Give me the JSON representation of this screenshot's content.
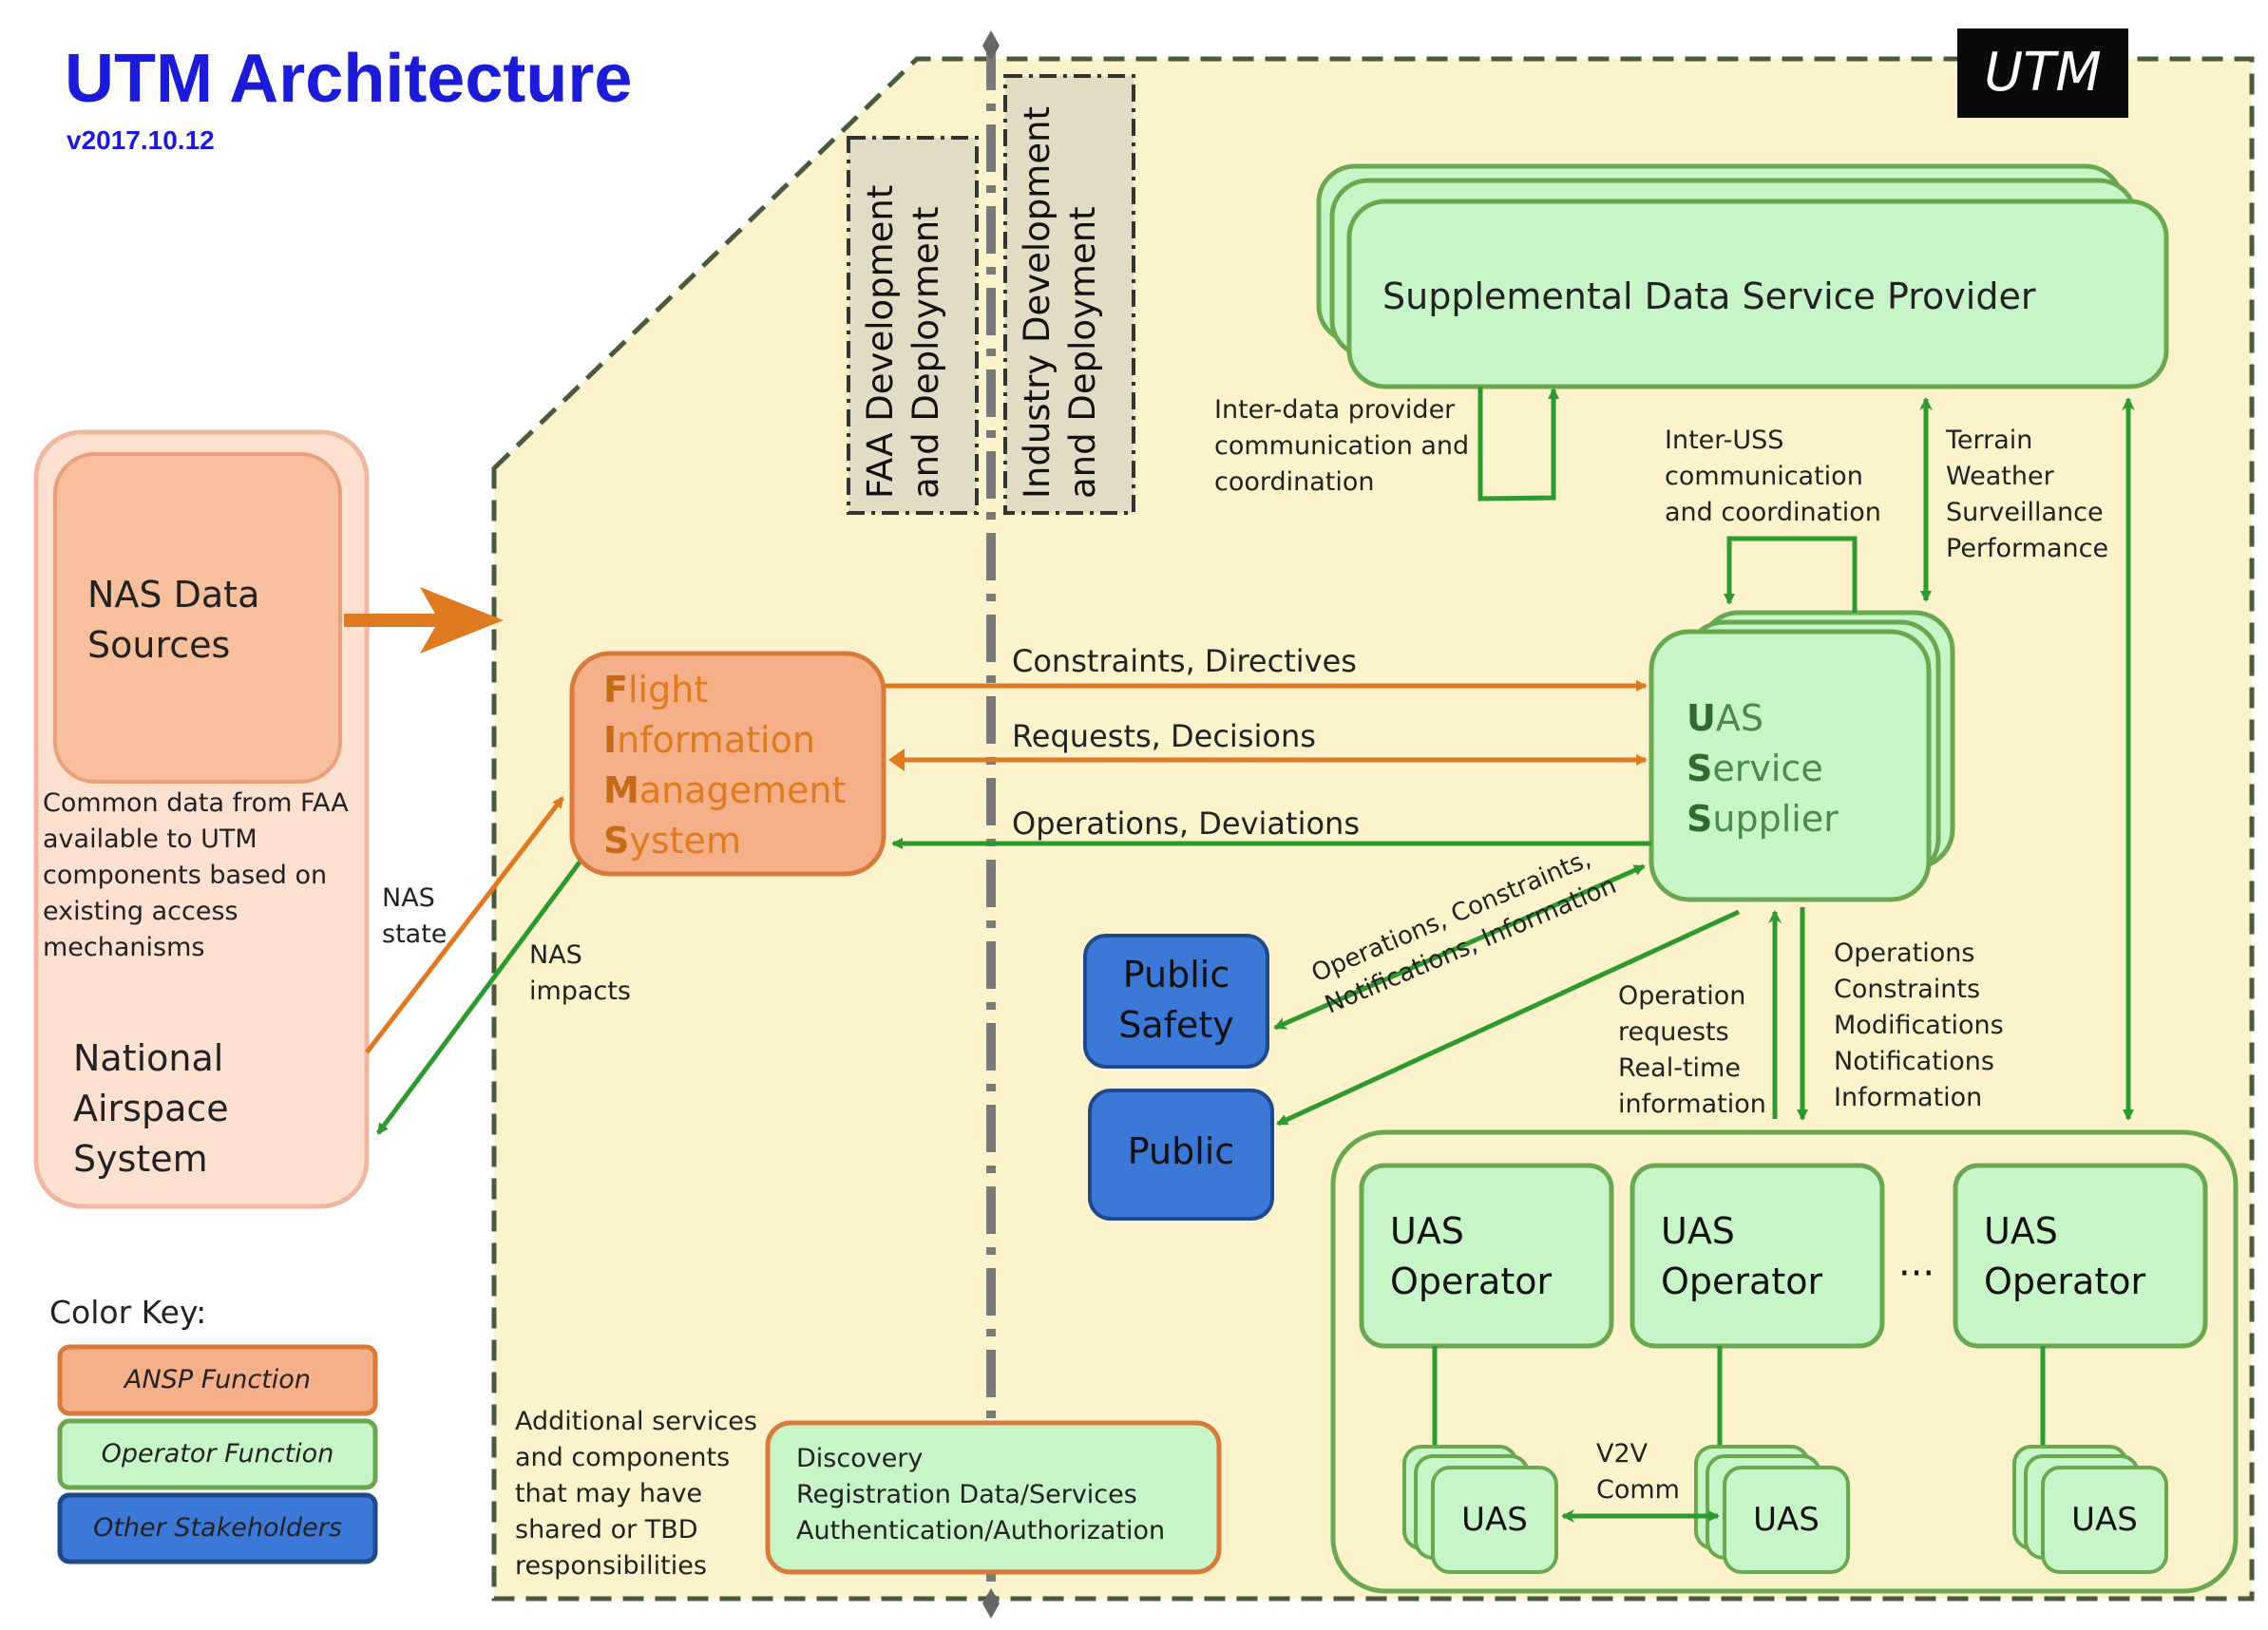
{
  "header": {
    "title": "UTM Architecture",
    "version": "v2017.10.12",
    "badge": "UTM"
  },
  "colors": {
    "ansp_fill": "#f5b08a",
    "ansp_stroke": "#d97a3a",
    "operator_fill": "#c8f5c8",
    "operator_stroke": "#6aa84f",
    "stakeholder_fill": "#3c78d8",
    "utm_region_fill": "#fcf3cc",
    "nas_outer_fill": "#fde0d0",
    "orange_arrow": "#e07a20",
    "green_arrow": "#2e9a2e"
  },
  "nas": {
    "data_sources": "NAS Data\nSources",
    "description": "Common data from FAA\navailable to UTM\ncomponents based on\nexisting access\nmechanisms",
    "airspace": "National\nAirspace\nSystem",
    "state_label": "NAS\nstate",
    "impacts_label": "NAS\nimpacts"
  },
  "deployment": {
    "faa": "FAA Development\nand Deployment",
    "industry": "Industry Development\nand Deployment"
  },
  "fims": {
    "lines": [
      {
        "initial": "F",
        "rest": "light"
      },
      {
        "initial": "I",
        "rest": "nformation"
      },
      {
        "initial": "M",
        "rest": "anagement"
      },
      {
        "initial": "S",
        "rest": "ystem"
      }
    ]
  },
  "uss": {
    "lines": [
      {
        "initial": "U",
        "rest": "AS"
      },
      {
        "initial": "S",
        "rest": "ervice"
      },
      {
        "initial": "S",
        "rest": "upplier"
      }
    ]
  },
  "sdsp": {
    "label": "Supplemental Data Service Provider",
    "inter_data": "Inter-data provider\ncommunication and\ncoordination",
    "inter_uss": "Inter-USS\ncommunication\nand coordination",
    "data_types": "Terrain\nWeather\nSurveillance\nPerformance"
  },
  "flows": {
    "constraints_directives": "Constraints, Directives",
    "requests_decisions": "Requests, Decisions",
    "operations_deviations": "Operations, Deviations",
    "diag_line1": "Operations, Constraints,",
    "diag_line2": "Notifications, Information",
    "operation_requests": "Operation\nrequests\nReal-time\ninformation",
    "operations_to_operator": "Operations\nConstraints\nModifications\nNotifications\nInformation",
    "v2v": "V2V\nComm"
  },
  "stakeholders": {
    "public_safety": "Public\nSafety",
    "public": "Public"
  },
  "operators": {
    "label": "UAS\nOperator",
    "ellipsis": "···",
    "uas_label": "UAS"
  },
  "shared": {
    "note": "Additional services\nand components\nthat may have\nshared or TBD\nresponsibilities",
    "services": "Discovery\nRegistration Data/Services\nAuthentication/Authorization"
  },
  "color_key": {
    "title": "Color Key:",
    "items": [
      "ANSP Function",
      "Operator Function",
      "Other Stakeholders"
    ]
  }
}
